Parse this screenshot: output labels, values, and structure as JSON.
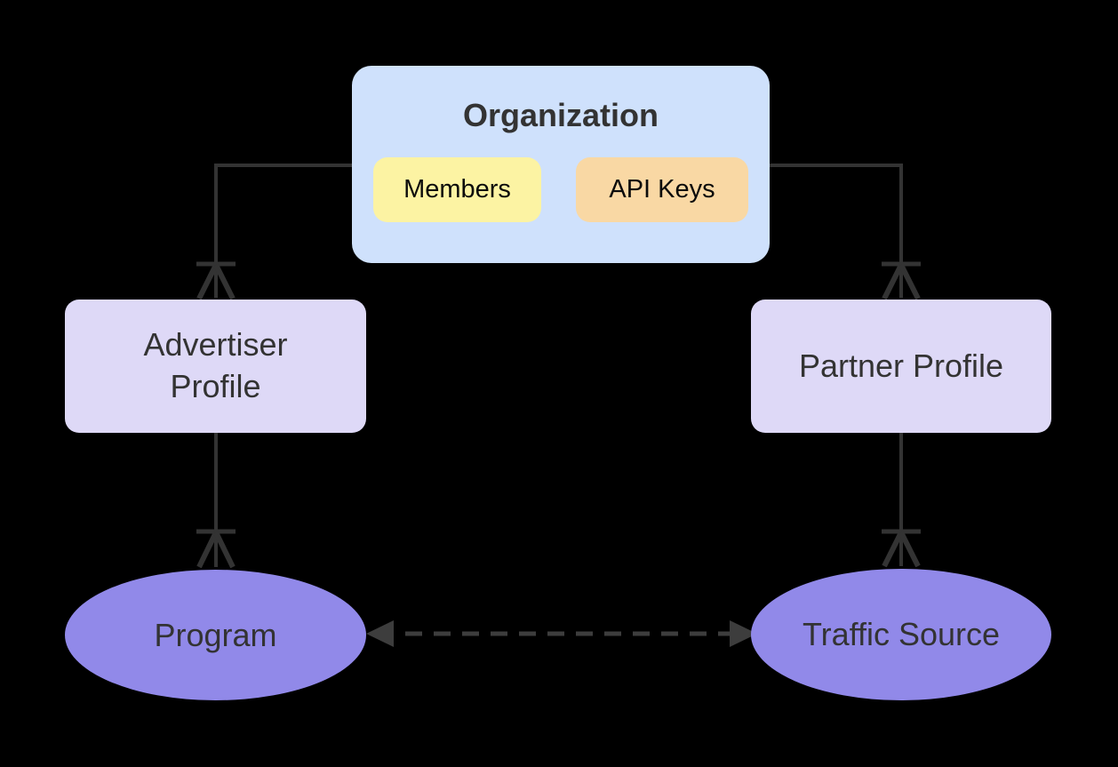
{
  "diagram": {
    "background_color": "#000000",
    "line_color": "#333333",
    "dashed_line_color": "#3d3d3d",
    "text_color": "#333333",
    "nodes": {
      "organization": {
        "label": "Organization",
        "fill": "#cfe1fc",
        "children": [
          {
            "label": "Members",
            "fill": "#fcf3a3"
          },
          {
            "label": "API Keys",
            "fill": "#f9d8a4"
          }
        ]
      },
      "advertiser_profile": {
        "label": "Advertiser Profile",
        "fill": "#ded9f7"
      },
      "partner_profile": {
        "label": "Partner Profile",
        "fill": "#ded9f7"
      },
      "program": {
        "label": "Program",
        "fill": "#9189e9"
      },
      "traffic_source": {
        "label": "Traffic Source",
        "fill": "#9189e9"
      }
    },
    "edges": [
      {
        "from": "organization",
        "to": "advertiser_profile",
        "type": "one-to-many-crows-foot"
      },
      {
        "from": "organization",
        "to": "partner_profile",
        "type": "one-to-many-crows-foot"
      },
      {
        "from": "advertiser_profile",
        "to": "program",
        "type": "one-to-many-crows-foot"
      },
      {
        "from": "partner_profile",
        "to": "traffic_source",
        "type": "one-to-many-crows-foot"
      },
      {
        "from": "program",
        "to": "traffic_source",
        "type": "dashed-bidirectional-arrow"
      }
    ]
  }
}
